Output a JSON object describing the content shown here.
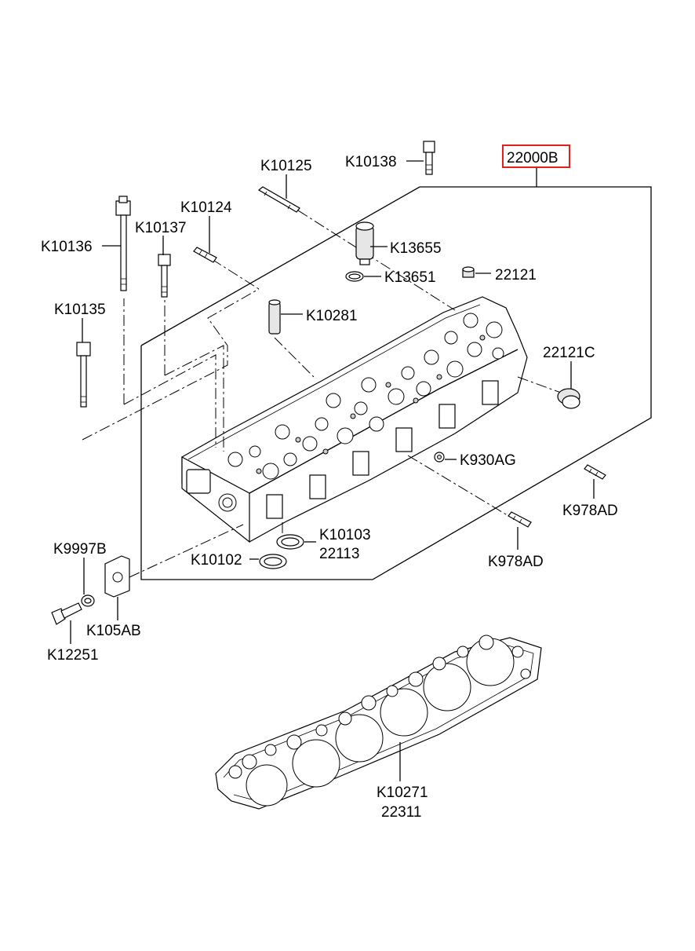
{
  "labels": {
    "assembly": "22000B",
    "k10138": "K10138",
    "k10125": "K10125",
    "k10124": "K10124",
    "k10137": "K10137",
    "k10136": "K10136",
    "k10135": "K10135",
    "k13655": "K13655",
    "k13651": "K13651",
    "p22121": "22121",
    "k10281": "K10281",
    "p22121c": "22121C",
    "k930ag": "K930AG",
    "k978ad_right": "K978AD",
    "k978ad_lower": "K978AD",
    "k10103": "K10103",
    "p22113": "22113",
    "k10102": "K10102",
    "k9997b": "K9997B",
    "k105ab": "K105AB",
    "k12251": "K12251",
    "k10271": "K10271",
    "p22311": "22311"
  },
  "colors": {
    "line": "#000000",
    "highlight": "#e0201a",
    "background": "#ffffff"
  }
}
